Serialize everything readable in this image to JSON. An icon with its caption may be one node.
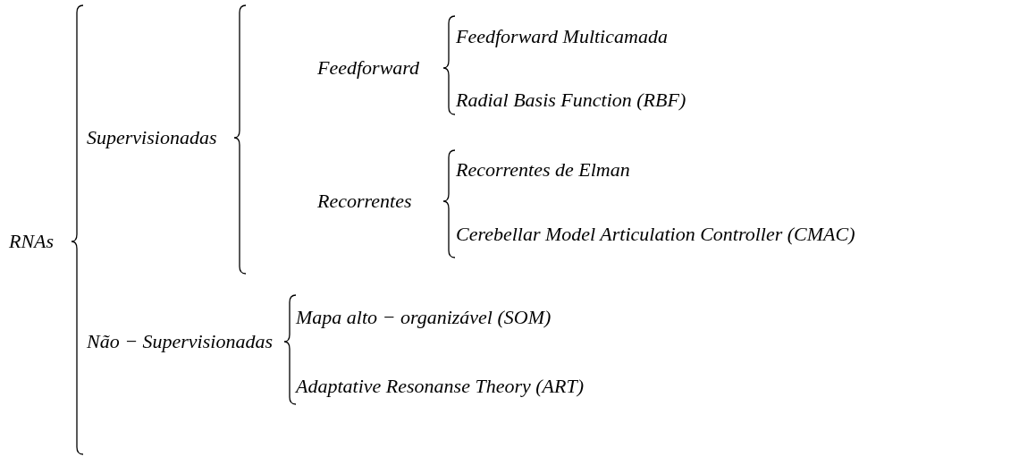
{
  "diagram": {
    "labels": [
      "RNAs",
      "Supervisionadas",
      "Feedforward",
      "Feedforward Multicamada",
      "Radial Basis Function (RBF)",
      "Recorrentes",
      "Recorrentes de Elman",
      "Cerebellar Model Articulation Controller (CMAC)",
      "Não − Supervisionadas",
      "Mapa alto − organizável (SOM)",
      "Adaptative Resonanse Theory (ART)"
    ]
  }
}
